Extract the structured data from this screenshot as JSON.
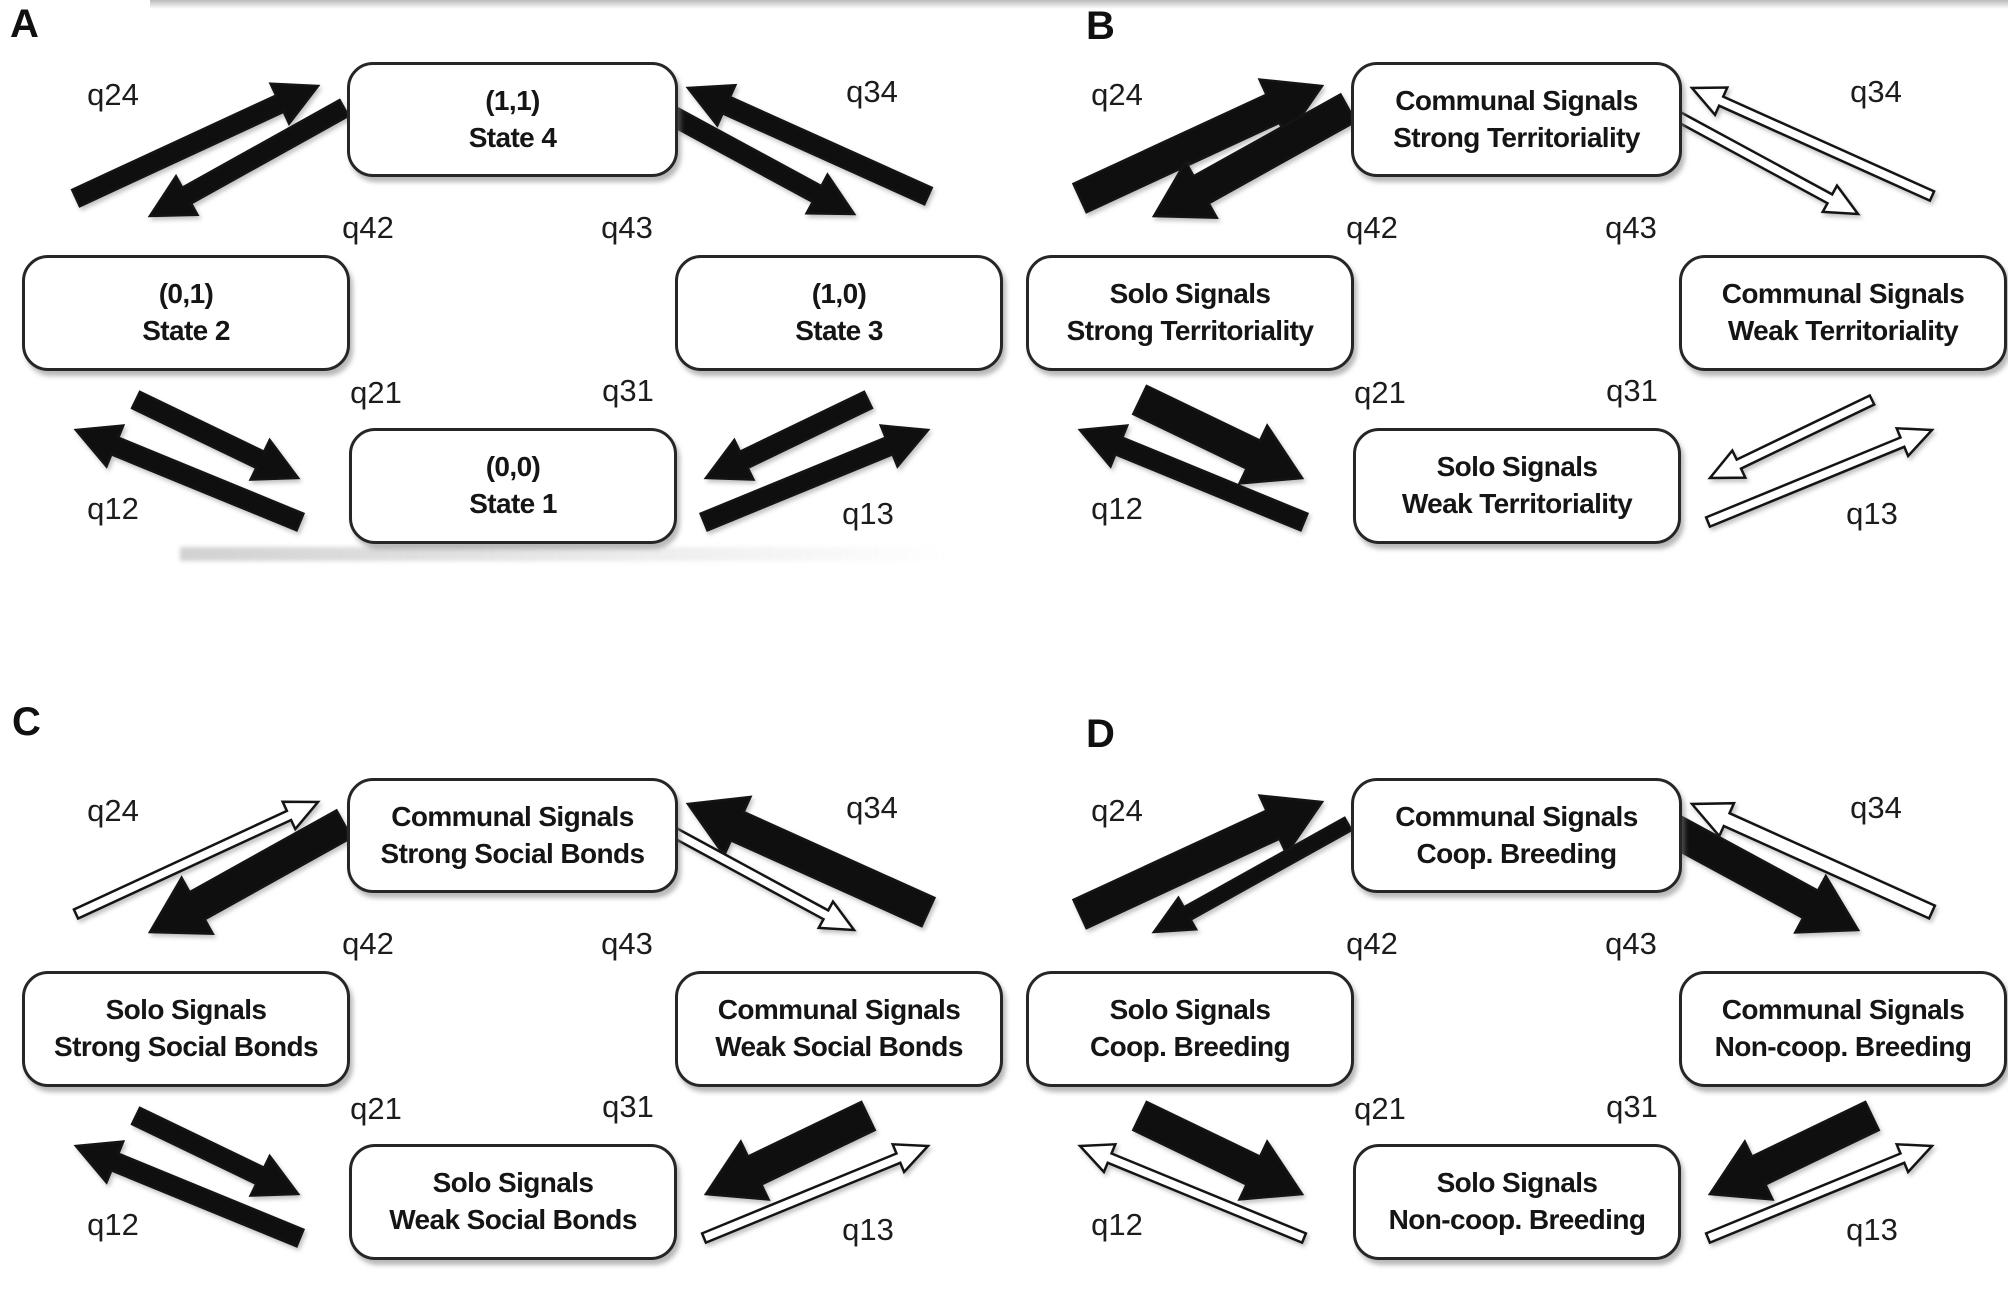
{
  "figure": {
    "background": "#ffffff",
    "arrow_colors": {
      "black_fill": "#0f0f0f",
      "white_fill": "#ffffff",
      "outline": "#141414"
    },
    "panels": [
      {
        "id": "A",
        "label": "A",
        "boxes": {
          "top": {
            "lines": [
              "(1,1)",
              "State 4"
            ]
          },
          "left": {
            "lines": [
              "(0,1)",
              "State 2"
            ]
          },
          "right": {
            "lines": [
              "(1,0)",
              "State 3"
            ]
          },
          "bottom": {
            "lines": [
              "(0,0)",
              "State 1"
            ]
          }
        },
        "transitions": [
          {
            "name": "q24",
            "label": "q24",
            "fill": "black",
            "size": "medium"
          },
          {
            "name": "q42",
            "label": "q42",
            "fill": "black",
            "size": "medium"
          },
          {
            "name": "q34",
            "label": "q34",
            "fill": "black",
            "size": "medium"
          },
          {
            "name": "q43",
            "label": "q43",
            "fill": "black",
            "size": "medium"
          },
          {
            "name": "q21",
            "label": "q21",
            "fill": "black",
            "size": "medium"
          },
          {
            "name": "q31",
            "label": "q31",
            "fill": "black",
            "size": "medium"
          },
          {
            "name": "q12",
            "label": "q12",
            "fill": "black",
            "size": "medium"
          },
          {
            "name": "q13",
            "label": "q13",
            "fill": "black",
            "size": "medium"
          }
        ]
      },
      {
        "id": "B",
        "label": "B",
        "boxes": {
          "top": {
            "lines": [
              "Communal Signals",
              "Strong Territoriality"
            ]
          },
          "left": {
            "lines": [
              "Solo Signals",
              "Strong Territoriality"
            ]
          },
          "right": {
            "lines": [
              "Communal Signals",
              "Weak Territoriality"
            ]
          },
          "bottom": {
            "lines": [
              "Solo Signals",
              "Weak Territoriality"
            ]
          }
        },
        "transitions": [
          {
            "name": "q24",
            "label": "q24",
            "fill": "black",
            "size": "thick"
          },
          {
            "name": "q42",
            "label": "q42",
            "fill": "black",
            "size": "thick"
          },
          {
            "name": "q34",
            "label": "q34",
            "fill": "white",
            "size": "thin"
          },
          {
            "name": "q43",
            "label": "q43",
            "fill": "white",
            "size": "thin"
          },
          {
            "name": "q21",
            "label": "q21",
            "fill": "black",
            "size": "thick"
          },
          {
            "name": "q31",
            "label": "q31",
            "fill": "white",
            "size": "thin"
          },
          {
            "name": "q12",
            "label": "q12",
            "fill": "black",
            "size": "medium"
          },
          {
            "name": "q13",
            "label": "q13",
            "fill": "white",
            "size": "thin"
          }
        ]
      },
      {
        "id": "C",
        "label": "C",
        "boxes": {
          "top": {
            "lines": [
              "Communal Signals",
              "Strong Social Bonds"
            ]
          },
          "left": {
            "lines": [
              "Solo Signals",
              "Strong Social Bonds"
            ]
          },
          "right": {
            "lines": [
              "Communal Signals",
              "Weak Social Bonds"
            ]
          },
          "bottom": {
            "lines": [
              "Solo Signals",
              "Weak Social Bonds"
            ]
          }
        },
        "transitions": [
          {
            "name": "q24",
            "label": "q24",
            "fill": "white",
            "size": "thin"
          },
          {
            "name": "q42",
            "label": "q42",
            "fill": "black",
            "size": "thick"
          },
          {
            "name": "q34",
            "label": "q34",
            "fill": "black",
            "size": "thick"
          },
          {
            "name": "q43",
            "label": "q43",
            "fill": "white",
            "size": "thin"
          },
          {
            "name": "q21",
            "label": "q21",
            "fill": "black",
            "size": "medium"
          },
          {
            "name": "q31",
            "label": "q31",
            "fill": "black",
            "size": "thick"
          },
          {
            "name": "q12",
            "label": "q12",
            "fill": "black",
            "size": "medium"
          },
          {
            "name": "q13",
            "label": "q13",
            "fill": "white",
            "size": "thin"
          }
        ]
      },
      {
        "id": "D",
        "label": "D",
        "boxes": {
          "top": {
            "lines": [
              "Communal Signals",
              "Coop. Breeding"
            ]
          },
          "left": {
            "lines": [
              "Solo Signals",
              "Coop. Breeding"
            ]
          },
          "right": {
            "lines": [
              "Communal Signals",
              "Non-coop. Breeding"
            ]
          },
          "bottom": {
            "lines": [
              "Solo Signals",
              "Non-coop. Breeding"
            ]
          }
        },
        "transitions": [
          {
            "name": "q24",
            "label": "q24",
            "fill": "black",
            "size": "thick"
          },
          {
            "name": "q42",
            "label": "q42",
            "fill": "black",
            "size": "small"
          },
          {
            "name": "q34",
            "label": "q34",
            "fill": "white",
            "size": "small"
          },
          {
            "name": "q43",
            "label": "q43",
            "fill": "black",
            "size": "thick"
          },
          {
            "name": "q21",
            "label": "q21",
            "fill": "black",
            "size": "thick"
          },
          {
            "name": "q31",
            "label": "q31",
            "fill": "black",
            "size": "thick"
          },
          {
            "name": "q12",
            "label": "q12",
            "fill": "white",
            "size": "thin"
          },
          {
            "name": "q13",
            "label": "q13",
            "fill": "white",
            "size": "thin"
          }
        ]
      }
    ]
  }
}
